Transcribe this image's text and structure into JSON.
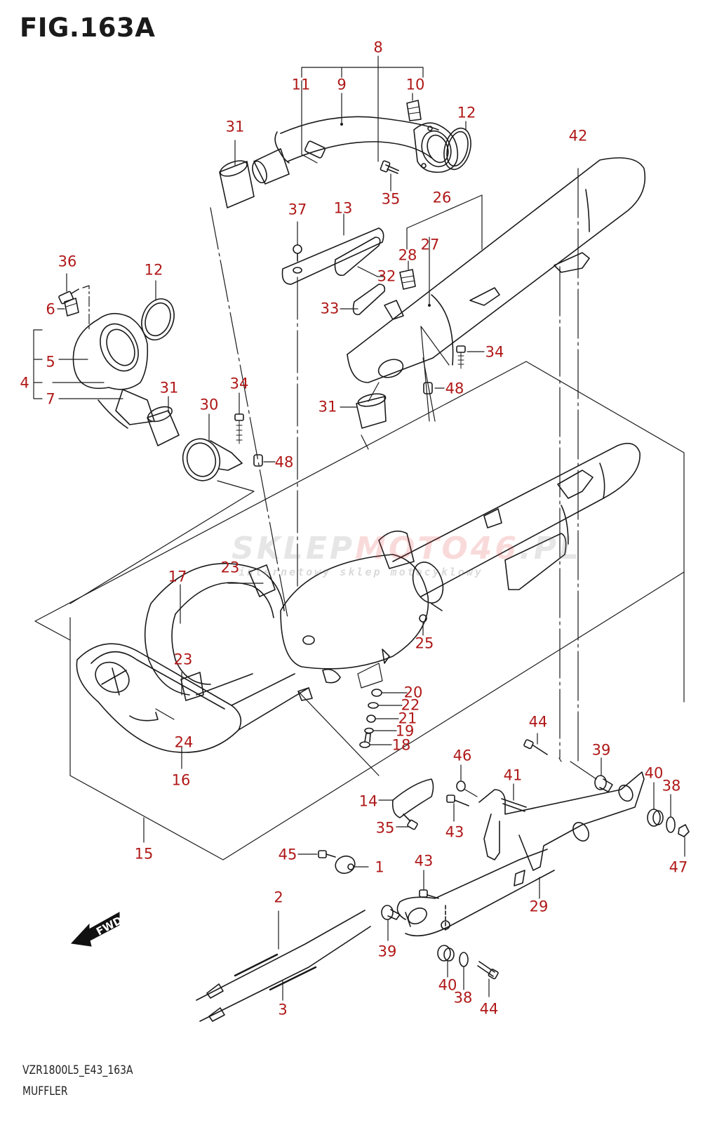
{
  "figure": {
    "title": "FIG.163A",
    "model_code": "VZR1800L5_E43_163A",
    "section_name": "MUFFLER",
    "label_color": "#b01818",
    "line_color": "#1a1a1a"
  },
  "watermark": {
    "brand_part1": "SKLEP",
    "brand_part2": "MOTO",
    "brand_part3": "46",
    "brand_suffix": ".PL",
    "tagline": "internetowy sklep motocyklowy"
  },
  "fwd_indicator": {
    "label": "FWD",
    "icon": "arrow-left-down-icon"
  },
  "callouts": [
    {
      "id": "c8a",
      "part": "8"
    },
    {
      "id": "c11",
      "part": "11"
    },
    {
      "id": "c9",
      "part": "9"
    },
    {
      "id": "c10",
      "part": "10"
    },
    {
      "id": "c12a",
      "part": "12"
    },
    {
      "id": "c31a",
      "part": "31"
    },
    {
      "id": "c35a",
      "part": "35"
    },
    {
      "id": "c42",
      "part": "42"
    },
    {
      "id": "c37",
      "part": "37"
    },
    {
      "id": "c13",
      "part": "13"
    },
    {
      "id": "c26",
      "part": "26"
    },
    {
      "id": "c28",
      "part": "28"
    },
    {
      "id": "c27",
      "part": "27"
    },
    {
      "id": "c32",
      "part": "32"
    },
    {
      "id": "c33",
      "part": "33"
    },
    {
      "id": "c34a",
      "part": "34"
    },
    {
      "id": "c48a",
      "part": "48"
    },
    {
      "id": "c31b",
      "part": "31"
    },
    {
      "id": "c36",
      "part": "36"
    },
    {
      "id": "c12b",
      "part": "12"
    },
    {
      "id": "c6",
      "part": "6"
    },
    {
      "id": "c5",
      "part": "5"
    },
    {
      "id": "c4",
      "part": "4"
    },
    {
      "id": "c7",
      "part": "7"
    },
    {
      "id": "c31c",
      "part": "31"
    },
    {
      "id": "c30",
      "part": "30"
    },
    {
      "id": "c34b",
      "part": "34"
    },
    {
      "id": "c48b",
      "part": "48"
    },
    {
      "id": "c23a",
      "part": "23"
    },
    {
      "id": "c17",
      "part": "17"
    },
    {
      "id": "c23b",
      "part": "23"
    },
    {
      "id": "c24",
      "part": "24"
    },
    {
      "id": "c16",
      "part": "16"
    },
    {
      "id": "c25",
      "part": "25"
    },
    {
      "id": "c20",
      "part": "20"
    },
    {
      "id": "c22",
      "part": "22"
    },
    {
      "id": "c21",
      "part": "21"
    },
    {
      "id": "c19",
      "part": "19"
    },
    {
      "id": "c18",
      "part": "18"
    },
    {
      "id": "c44a",
      "part": "44"
    },
    {
      "id": "c39a",
      "part": "39"
    },
    {
      "id": "c46",
      "part": "46"
    },
    {
      "id": "c41",
      "part": "41"
    },
    {
      "id": "c40a",
      "part": "40"
    },
    {
      "id": "c38a",
      "part": "38"
    },
    {
      "id": "c14",
      "part": "14"
    },
    {
      "id": "c35b",
      "part": "35"
    },
    {
      "id": "c43a",
      "part": "43"
    },
    {
      "id": "c47",
      "part": "47"
    },
    {
      "id": "c15",
      "part": "15"
    },
    {
      "id": "c45",
      "part": "45"
    },
    {
      "id": "c1",
      "part": "1"
    },
    {
      "id": "c43b",
      "part": "43"
    },
    {
      "id": "c29",
      "part": "29"
    },
    {
      "id": "c2",
      "part": "2"
    },
    {
      "id": "c39b",
      "part": "39"
    },
    {
      "id": "c3",
      "part": "3"
    },
    {
      "id": "c40b",
      "part": "40"
    },
    {
      "id": "c38b",
      "part": "38"
    },
    {
      "id": "c44b",
      "part": "44"
    }
  ]
}
